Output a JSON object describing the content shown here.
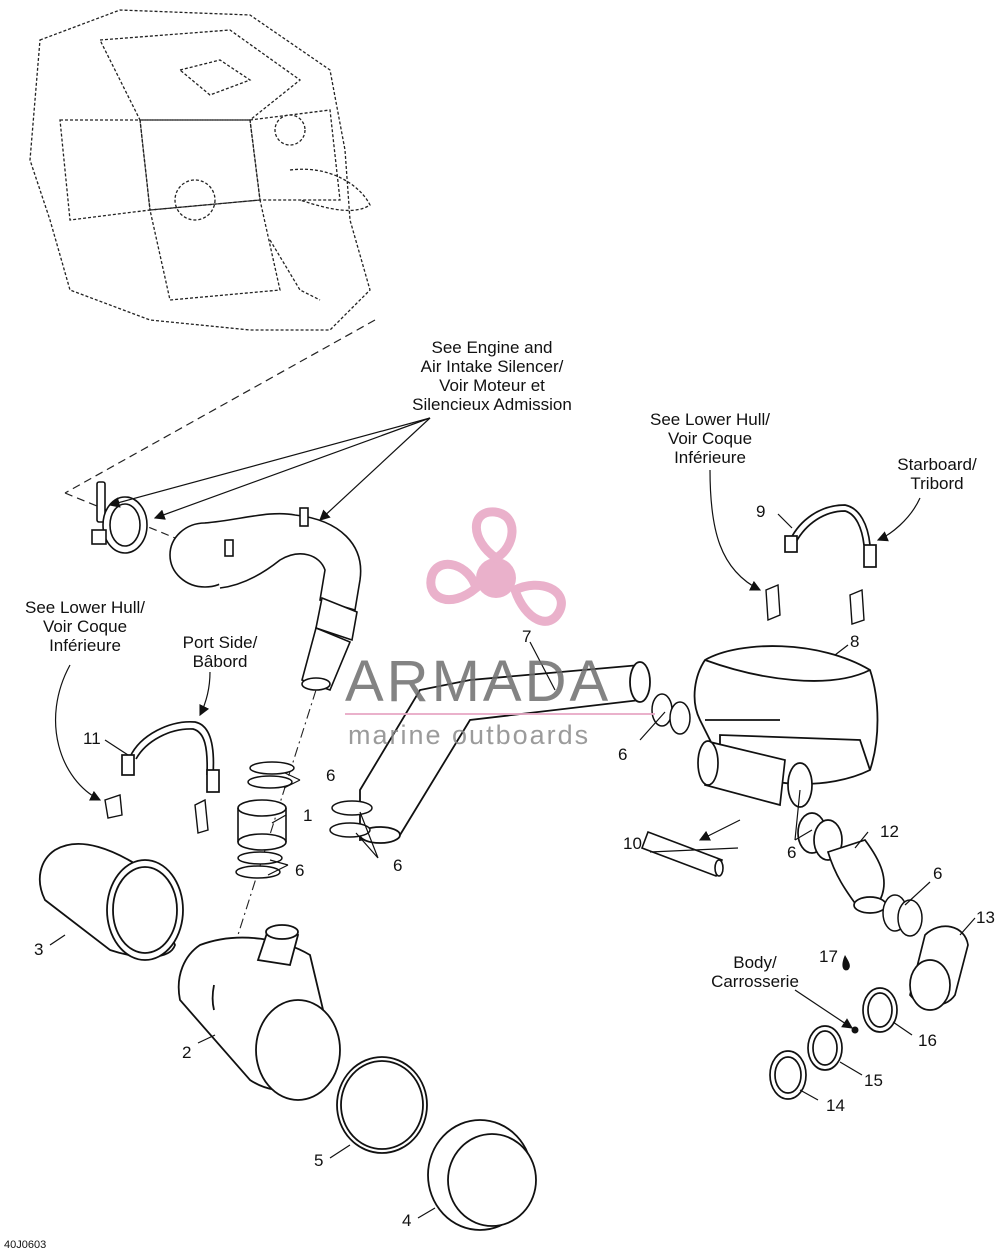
{
  "labels": {
    "engine_ref": [
      "See Engine and",
      "Air Intake Silencer/",
      "Voir Moteur et",
      "Silencieux Admission"
    ],
    "lower_hull_right": [
      "See Lower Hull/",
      "Voir Coque",
      "Inférieure"
    ],
    "starboard": [
      "Starboard/",
      "Tribord"
    ],
    "lower_hull_left": [
      "See Lower Hull/",
      "Voir Coque",
      "Inférieure"
    ],
    "port_side": [
      "Port Side/",
      "Bâbord"
    ],
    "body": [
      "Body/",
      "Carrosserie"
    ]
  },
  "callouts": {
    "n1": "1",
    "n2": "2",
    "n3": "3",
    "n4": "4",
    "n5": "5",
    "n6a": "6",
    "n6b": "6",
    "n6c": "6",
    "n6d": "6",
    "n6e": "6",
    "n6f": "6",
    "n7": "7",
    "n8": "8",
    "n9": "9",
    "n10": "10",
    "n11": "11",
    "n12": "12",
    "n13": "13",
    "n14": "14",
    "n15": "15",
    "n16": "16",
    "n17": "17"
  },
  "watermark": {
    "brand": "ARMADA",
    "tagline": "marine outboards",
    "accent_color": "#e8a9c6"
  },
  "figure_code": "40J0603"
}
